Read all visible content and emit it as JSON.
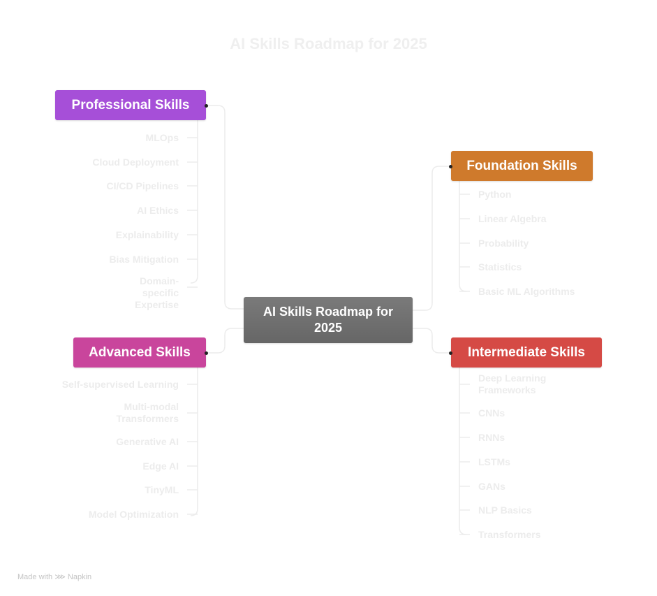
{
  "title": "AI Skills Roadmap for 2025",
  "center": {
    "line1": "AI Skills Roadmap for",
    "line2": "2025"
  },
  "branches": {
    "professional": {
      "label": "Professional Skills",
      "color": "#a64fd8",
      "items": [
        "MLOps",
        "Cloud Deployment",
        "CI/CD Pipelines",
        "AI Ethics",
        "Explainability",
        "Bias Mitigation",
        "Domain-specific Expertise"
      ]
    },
    "foundation": {
      "label": "Foundation Skills",
      "color": "#cf7a2c",
      "items": [
        "Python",
        "Linear Algebra",
        "Probability",
        "Statistics",
        "Basic ML Algorithms"
      ]
    },
    "advanced": {
      "label": "Advanced Skills",
      "color": "#c9459c",
      "items": [
        "Self-supervised Learning",
        "Multi-modal Transformers",
        "Generative AI",
        "Edge AI",
        "TinyML",
        "Model Optimization"
      ]
    },
    "intermediate": {
      "label": "Intermediate Skills",
      "color": "#d54a45",
      "items": [
        "Deep Learning Frameworks",
        "CNNs",
        "RNNs",
        "LSTMs",
        "GANs",
        "NLP Basics",
        "Transformers"
      ]
    }
  },
  "footer": {
    "made_with": "Made with",
    "brand": "Napkin"
  }
}
